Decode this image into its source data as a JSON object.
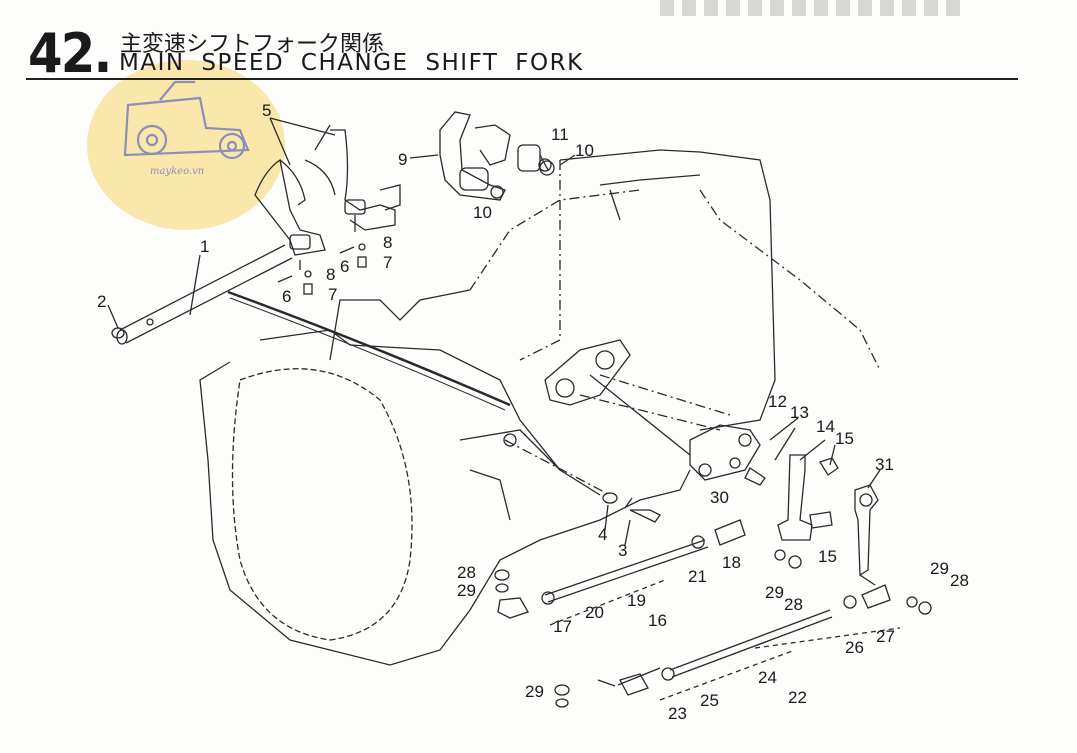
{
  "header": {
    "number": "42.",
    "title_jp": "主変速シフトフォーク関係",
    "title_en": "MAIN SPEED CHANGE SHIFT FORK"
  },
  "watermark": {
    "text": "maykeo.vn",
    "color": "#f8e39c",
    "icon": "tractor-icon"
  },
  "callouts": [
    "1",
    "2",
    "3",
    "4",
    "5",
    "6",
    "6",
    "7",
    "7",
    "8",
    "8",
    "9",
    "10",
    "10",
    "11",
    "12",
    "13",
    "14",
    "15",
    "15",
    "16",
    "17",
    "18",
    "19",
    "20",
    "21",
    "22",
    "23",
    "24",
    "25",
    "26",
    "27",
    "28",
    "28",
    "28",
    "29",
    "29",
    "29",
    "29",
    "30",
    "31"
  ]
}
